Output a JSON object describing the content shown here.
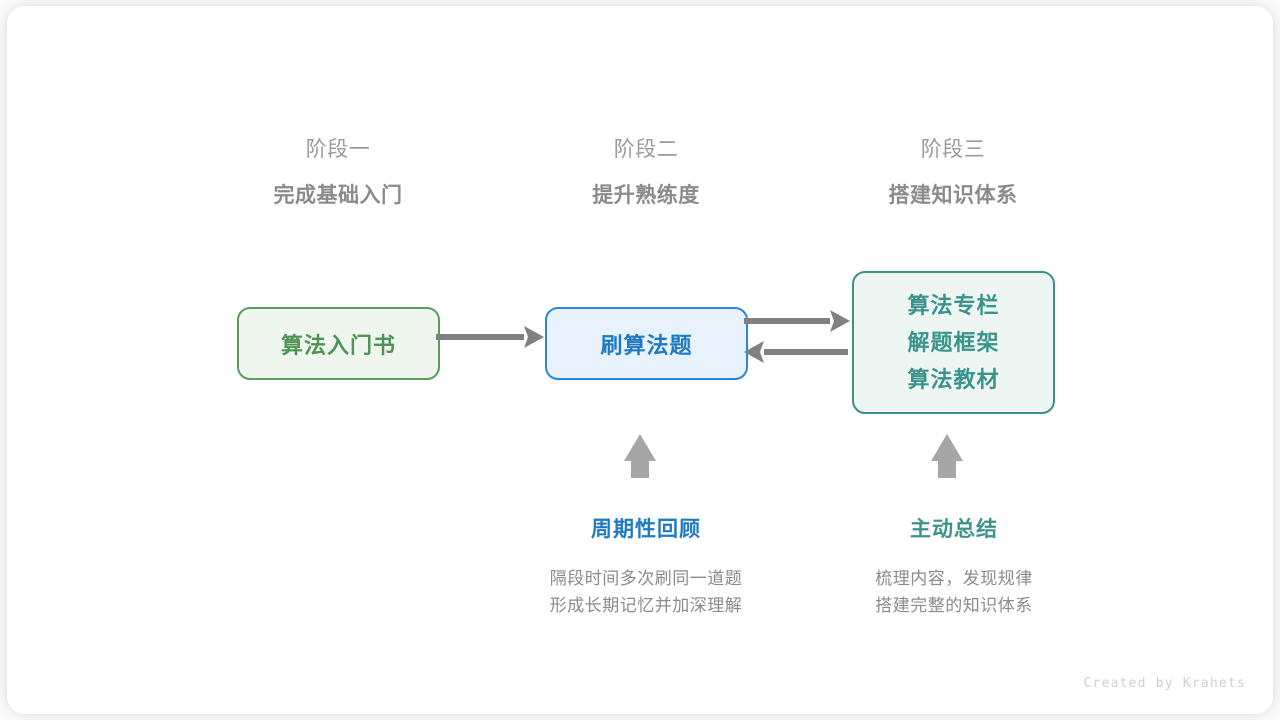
{
  "diagram": {
    "stages": [
      {
        "phase": "阶段一",
        "title": "完成基础入门"
      },
      {
        "phase": "阶段二",
        "title": "提升熟练度"
      },
      {
        "phase": "阶段三",
        "title": "搭建知识体系"
      }
    ],
    "nodes": [
      {
        "id": "book",
        "label": "算法入门书",
        "color": "#4d9455",
        "border": "#5d9c5d",
        "fill": "#eef6ee"
      },
      {
        "id": "practice",
        "label": "刷算法题",
        "color": "#1f7ac4",
        "border": "#2a86d6",
        "fill": "#e7f2fd"
      },
      {
        "id": "resources",
        "lines": [
          "算法专栏",
          "解题框架",
          "算法教材"
        ],
        "color": "#3b948b",
        "border": "#3d8f87",
        "fill": "#eef6f4"
      }
    ],
    "connectors": [
      {
        "name": "book-to-practice",
        "direction": "right",
        "color": "#808080"
      },
      {
        "name": "practice-to-resources",
        "direction": "right",
        "color": "#808080"
      },
      {
        "name": "resources-to-practice",
        "direction": "left",
        "color": "#808080"
      },
      {
        "name": "review-up",
        "direction": "up",
        "color": "#a6a6a6"
      },
      {
        "name": "summary-up",
        "direction": "up",
        "color": "#a6a6a6"
      }
    ],
    "annotations": [
      {
        "id": "review",
        "title": "周期性回顾",
        "color": "#1f7ac4",
        "desc_lines": [
          "隔段时间多次刷同一道题",
          "形成长期记忆并加深理解"
        ]
      },
      {
        "id": "summary",
        "title": "主动总结",
        "color": "#3b948b",
        "desc_lines": [
          "梳理内容，发现规律",
          "搭建完整的知识体系"
        ]
      }
    ],
    "footer": {
      "credit": "Created by Krahets"
    }
  }
}
